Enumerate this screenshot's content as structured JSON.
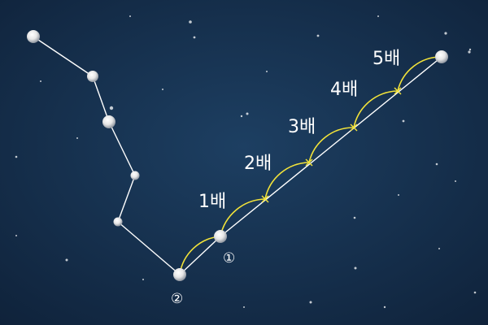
{
  "colors": {
    "sky_center": "#1d3f62",
    "sky_edge": "#0f223a",
    "line": "#ffffff",
    "arc": "#f2e33a",
    "text": "#ffffff"
  },
  "multiples": [
    "1배",
    "2배",
    "3배",
    "4배",
    "5배"
  ],
  "star_markers": {
    "first": "①",
    "second": "②"
  }
}
